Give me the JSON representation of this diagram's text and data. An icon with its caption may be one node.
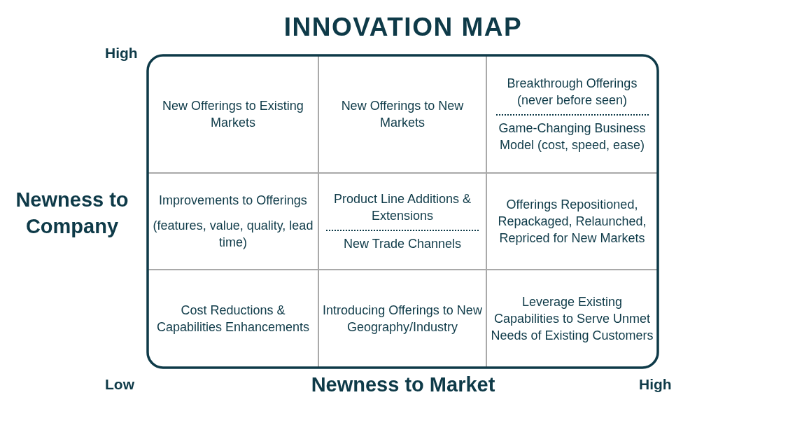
{
  "diagram": {
    "title": "INNOVATION MAP",
    "nodes": [
      {
        "text": [
          "New Offerings to Existing Markets"
        ]
      },
      {
        "text": [
          "New Offerings to New Markets"
        ]
      },
      {
        "text": [
          "Breakthrough Offerings (never before seen)",
          "Game-Changing Business Model (cost, speed, ease)"
        ]
      },
      {
        "text": [
          "Improvements to Offerings",
          "(features, value, quality, lead time)"
        ]
      },
      {
        "text": [
          "Product Line Additions & Extensions",
          "New Trade Channels"
        ]
      },
      {
        "text": [
          "Offerings Repositioned, Repackaged, Relaunched, Repriced for New Markets"
        ]
      },
      {
        "text": [
          "Cost Reductions & Capabilities Enhancements"
        ]
      },
      {
        "text": [
          "Introducing Offerings to New Geography/Industry"
        ]
      },
      {
        "text": [
          "Leverage Existing Capabilities to Serve Unmet Needs of Existing Customers"
        ]
      }
    ],
    "labels": [
      "High",
      "Newness to Company",
      "Low",
      "Newness to Market",
      "High"
    ]
  }
}
